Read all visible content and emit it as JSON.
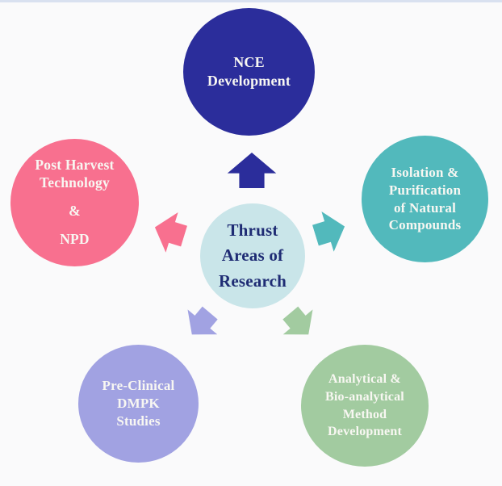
{
  "page": {
    "background_color": "#FAFAFB",
    "top_border_color": "#D9E1F0"
  },
  "diagram": {
    "center": {
      "lines": [
        "Thrust",
        "Areas of",
        "Research"
      ],
      "bg_color": "#C9E5E9",
      "text_color": "#1F2C74"
    },
    "nodes": [
      {
        "name": "nce-development",
        "position": "top",
        "lines": [
          "NCE",
          "Development"
        ],
        "bg_color": "#2B2D9B",
        "text_color": "#F8F7F2"
      },
      {
        "name": "isolation-purification",
        "position": "right",
        "lines": [
          "Isolation &",
          "Purification",
          "of Natural",
          "Compounds"
        ],
        "bg_color": "#52B9BC",
        "text_color": "#F8F7F2"
      },
      {
        "name": "post-harvest-npd",
        "position": "left",
        "lines": [
          "Post Harvest",
          "Technology",
          "&",
          "NPD"
        ],
        "bg_color": "#F8708F",
        "text_color": "#F8F7F2"
      },
      {
        "name": "pre-clinical-dmpk",
        "position": "bottom-left",
        "lines": [
          "Pre-Clinical",
          "DMPK",
          "Studies"
        ],
        "bg_color": "#A1A2E2",
        "text_color": "#F8F7F2"
      },
      {
        "name": "analytical-method-development",
        "position": "bottom-right",
        "lines": [
          "Analytical &",
          "Bio-analytical",
          "Method",
          "Development"
        ],
        "bg_color": "#A2CBA0",
        "text_color": "#F8F7F2"
      }
    ],
    "arrows": [
      {
        "direction": "up",
        "color": "#2B2D9B"
      },
      {
        "direction": "up-right",
        "color": "#52B9BC"
      },
      {
        "direction": "up-left",
        "color": "#F8708F"
      },
      {
        "direction": "down-left",
        "color": "#A1A2E2"
      },
      {
        "direction": "down-right",
        "color": "#A2CBA0"
      }
    ]
  }
}
